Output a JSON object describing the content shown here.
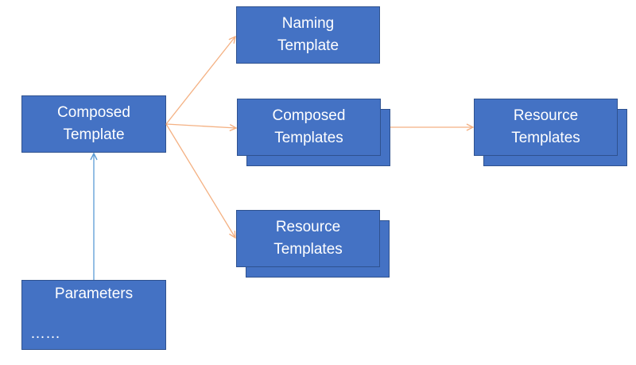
{
  "colors": {
    "box_fill": "#4472C4",
    "box_border": "#2F528F",
    "box_text": "#FFFFFF",
    "arrow_orange": "#F4B183",
    "arrow_blue": "#5B9BD5"
  },
  "nodes": {
    "composed_template": "Composed\nTemplate",
    "naming_template": "Naming\nTemplate",
    "composed_templates": "Composed\nTemplates",
    "resource_templates_right": "Resource\nTemplates",
    "resource_templates_bottom": "Resource\nTemplates",
    "parameters_title": "Parameters",
    "parameters_ellipsis": "……"
  }
}
